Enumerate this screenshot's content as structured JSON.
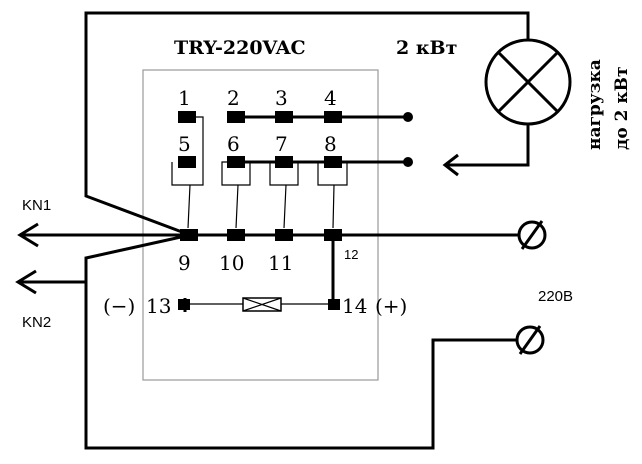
{
  "diagram": {
    "relay_model": "TRY-220VAC",
    "power_label": "2 кВт",
    "load_label_line1": "нагрузка",
    "load_label_line2": "до 2 кВт",
    "supply_label": "220В",
    "inputs": {
      "kn1": "KN1",
      "kn2": "KN2"
    },
    "pins": {
      "p1": "1",
      "p2": "2",
      "p3": "3",
      "p4": "4",
      "p5": "5",
      "p6": "6",
      "p7": "7",
      "p8": "8",
      "p9": "9",
      "p10": "10",
      "p11": "11",
      "p12": "12",
      "p13": "13",
      "p14": "14"
    },
    "polarity": {
      "minus": "(−)",
      "plus": "(+)"
    }
  }
}
